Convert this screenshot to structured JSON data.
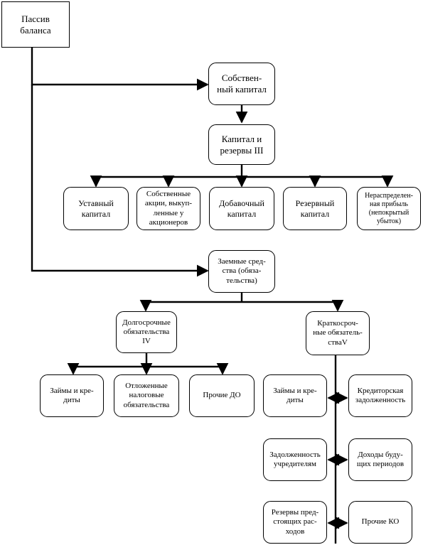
{
  "nodes": {
    "root": "Пассив\nбаланса",
    "equity": "Собствен-\nный капитал",
    "capital3": "Капитал и\nрезервы III",
    "ustavny": "Уставный\nкапитал",
    "own_shares": "Собственные\nакции, выкуп-\nленные у\nакционеров",
    "dobavochny": "Добавочный\nкапитал",
    "rezervny": "Резервный\nкапитал",
    "neraspred": "Нераспределен-\nная прибыль\n(непокрытый\nубыток)",
    "borrowed": "Заемные сред-\nства (обяза-\nтельства)",
    "longterm": "Долгосрочные\nобязательства\nIV",
    "shortterm": "Краткосроч-\nные обязатель-\nстваV",
    "lt_loans": "Займы и кре-\nдиты",
    "deferred_tax": "Отложенные\nналоговые\nобязательства",
    "other_lt": "Прочие ДО",
    "st_loans": "Займы и кре-\nдиты",
    "payables": "Кредиторская\nзадолженность",
    "founders_debt": "Задолженность\nучредителям",
    "future_income": "Доходы буду-\nщих периодов",
    "reserves_exp": "Резервы пред-\nстоящих рас-\nходов",
    "other_st": "Прочие КО"
  }
}
